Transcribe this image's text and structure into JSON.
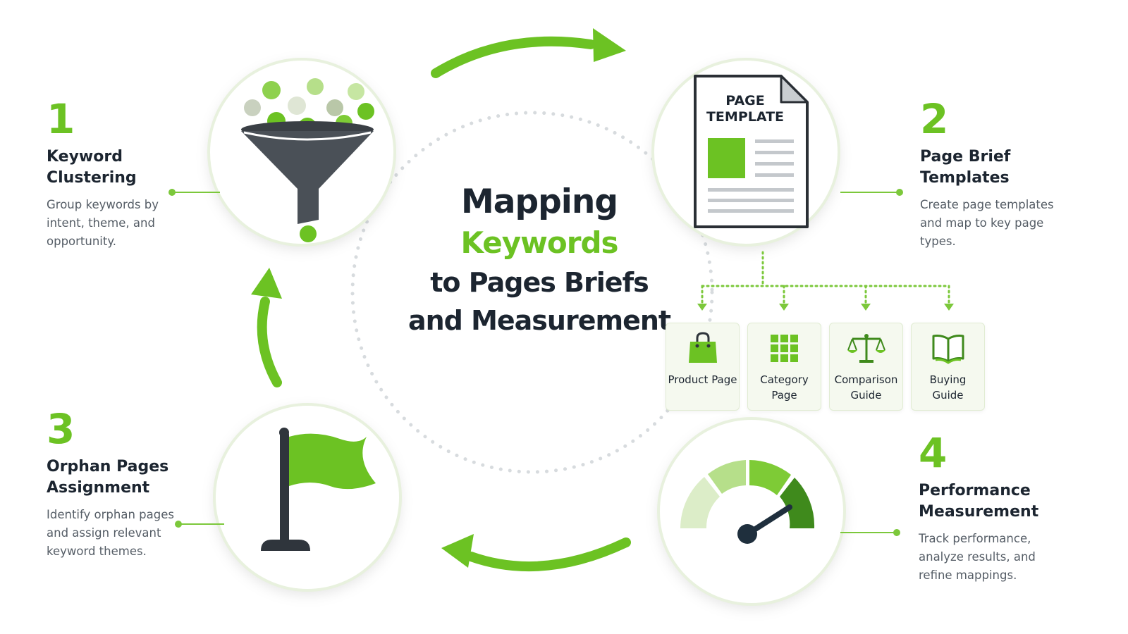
{
  "title": {
    "line1": "Mapping",
    "line2": "Keywords",
    "line3": "to Pages Briefs",
    "line4": "and Measurement"
  },
  "steps": [
    {
      "number": "1",
      "title": "Keyword Clustering",
      "description": "Group keywords by intent, theme, and opportunity.",
      "icon": "funnel-icon"
    },
    {
      "number": "2",
      "title": "Page Brief Templates",
      "description": "Create page templates and map to key page types.",
      "icon": "page-template-icon"
    },
    {
      "number": "3",
      "title": "Orphan Pages Assignment",
      "description": "Identify orphan pages and assign relevant keyword themes.",
      "icon": "flag-icon"
    },
    {
      "number": "4",
      "title": "Performance Measurement",
      "description": "Track performance, analyze results, and refine mappings.",
      "icon": "gauge-icon"
    }
  ],
  "template_doc": {
    "line1": "PAGE",
    "line2": "TEMPLATE"
  },
  "page_types": [
    {
      "label": "Product Page",
      "icon": "shopping-bag-icon"
    },
    {
      "label": "Category Page",
      "icon": "grid-icon"
    },
    {
      "label": "Comparison Guide",
      "icon": "scale-icon"
    },
    {
      "label": "Buying Guide",
      "icon": "book-icon"
    }
  ],
  "colors": {
    "accent": "#6cc223",
    "accent_light": "#b6df8a",
    "accent_dark": "#3f8a1c",
    "text_dark": "#1c2530",
    "text_muted": "#555d66",
    "icon_dark": "#3a3f45"
  }
}
